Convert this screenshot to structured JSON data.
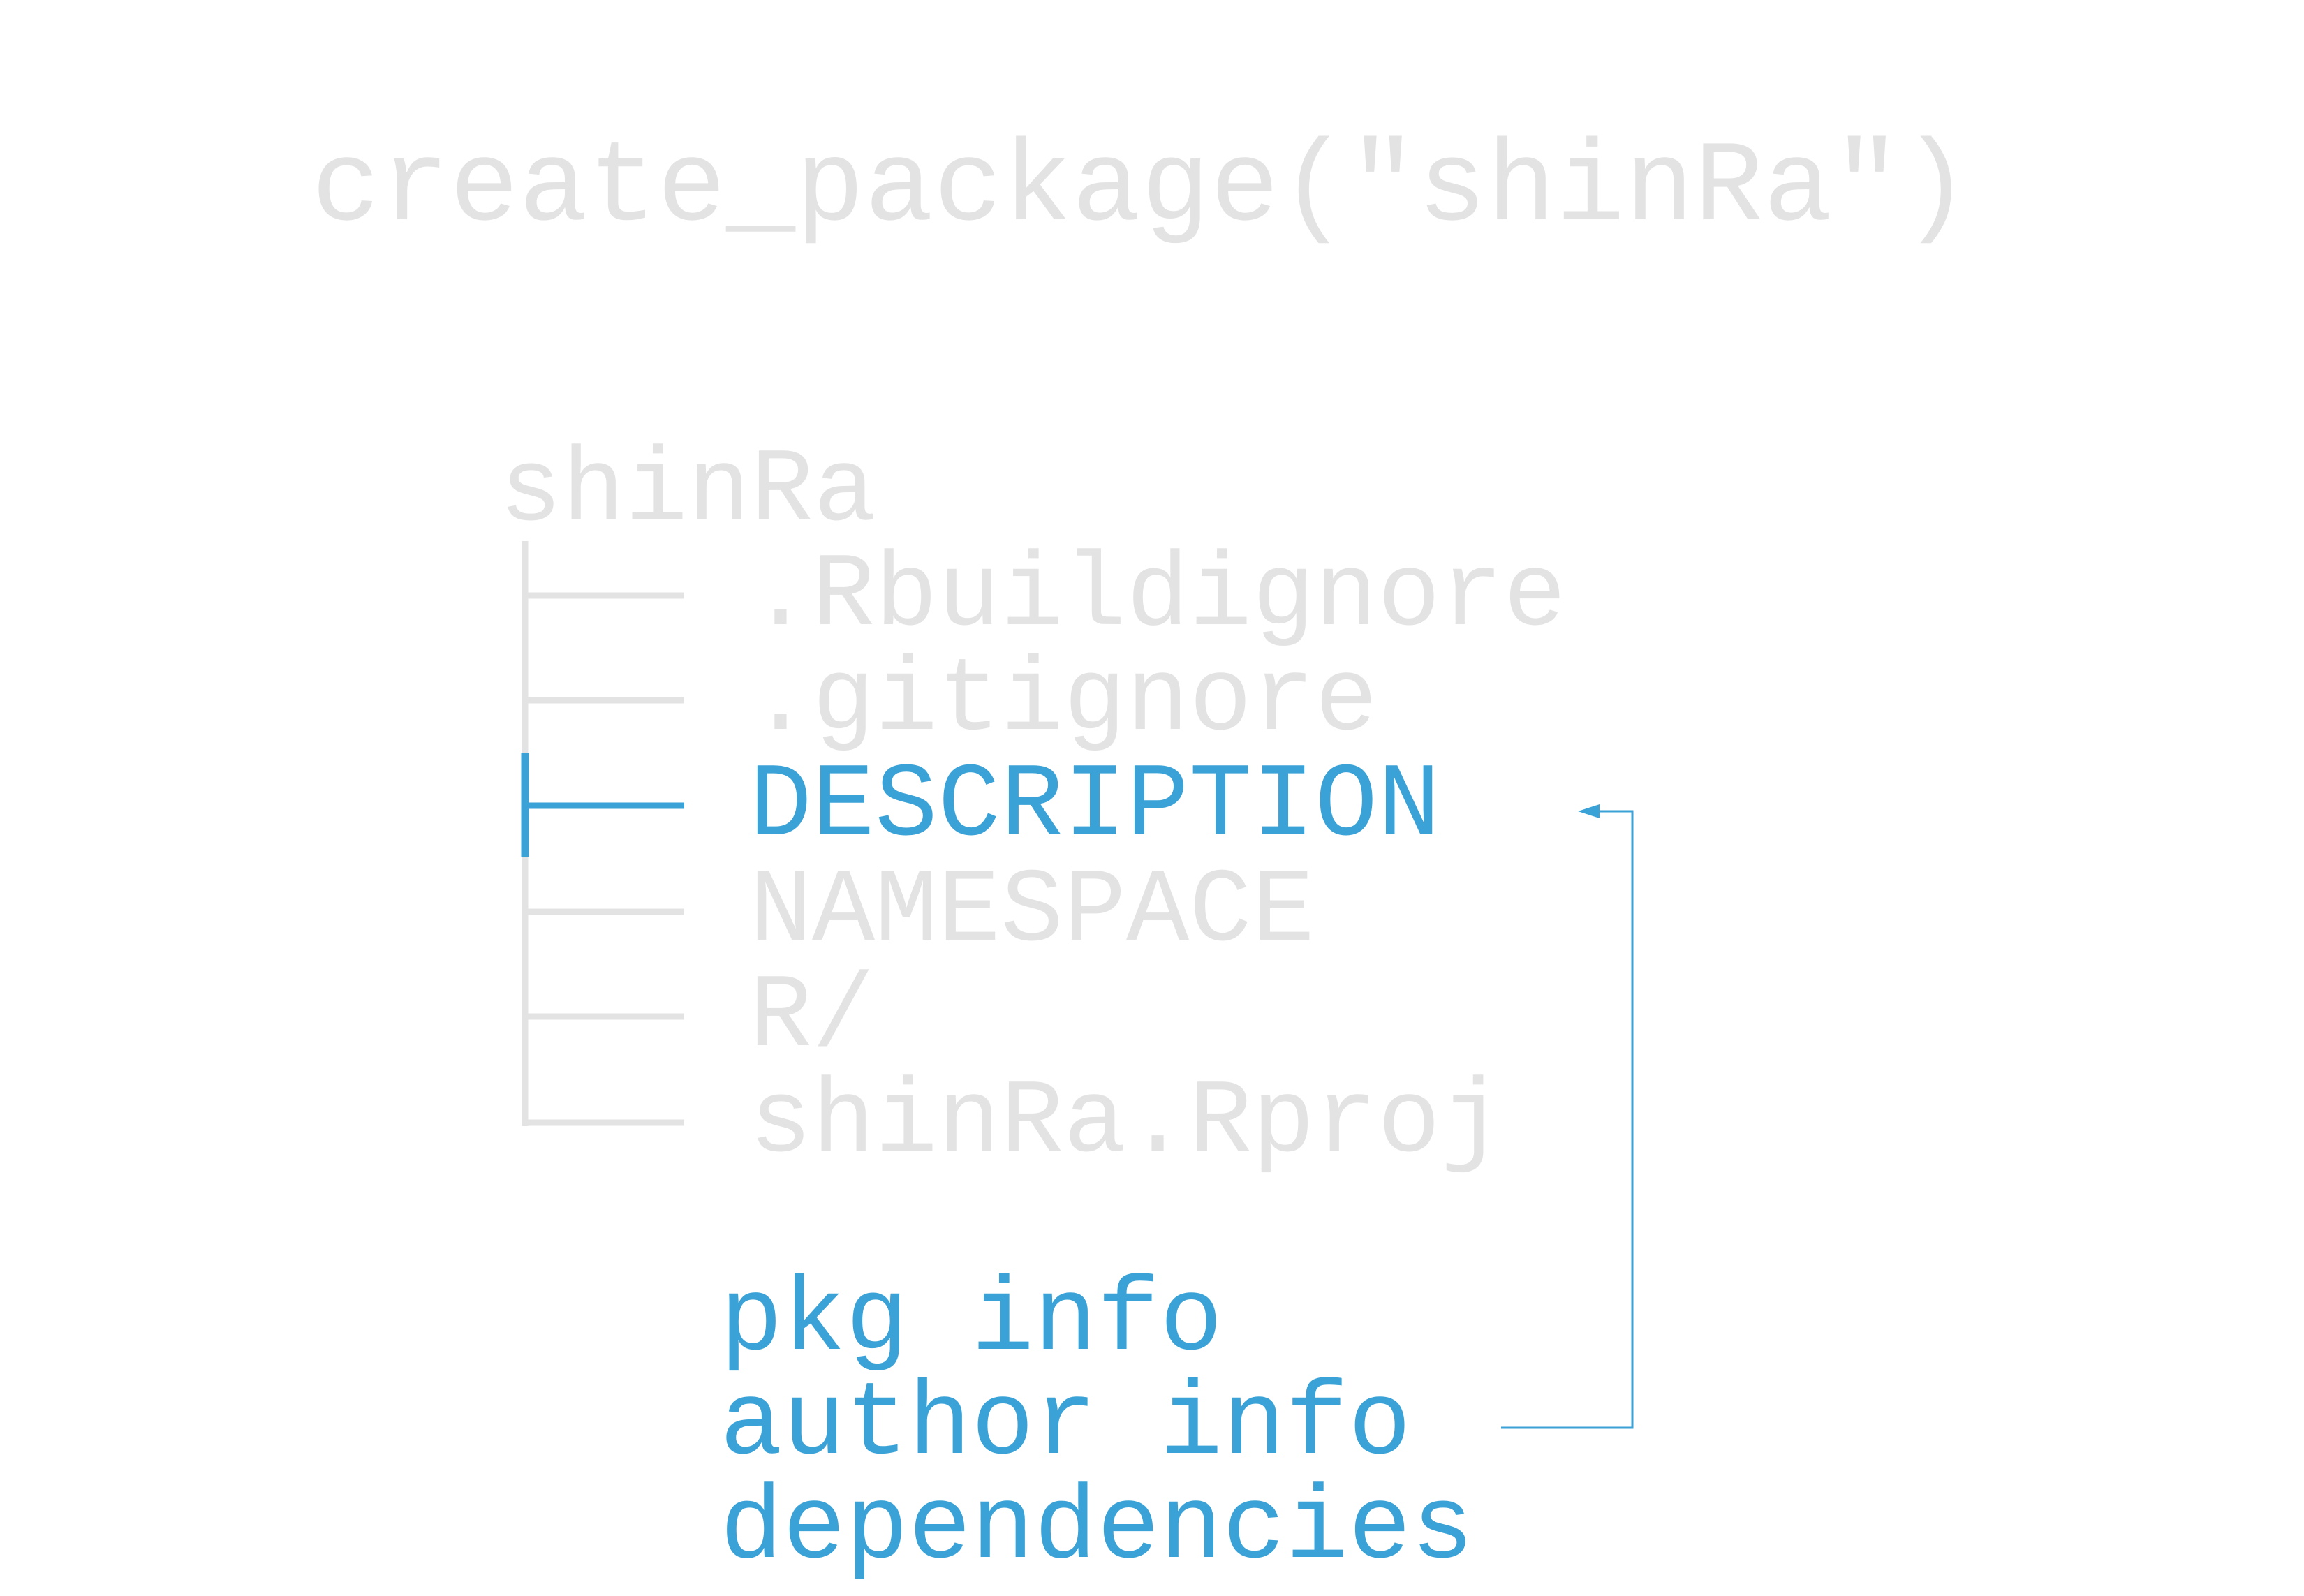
{
  "command": "create_package(\"shinRa\")",
  "tree": {
    "root": "shinRa",
    "entries": [
      {
        "label": ".Rbuildignore",
        "highlight": false
      },
      {
        "label": ".gitignore",
        "highlight": false
      },
      {
        "label": "DESCRIPTION",
        "highlight": true
      },
      {
        "label": "NAMESPACE",
        "highlight": false
      },
      {
        "label": "R/",
        "highlight": false
      },
      {
        "label": "shinRa.Rproj",
        "highlight": false
      }
    ]
  },
  "description_notes": [
    "pkg info",
    "author info",
    "dependencies"
  ],
  "colors": {
    "muted": "#e3e3e3",
    "accent": "#3aa2d6",
    "background": "#ffffff"
  }
}
